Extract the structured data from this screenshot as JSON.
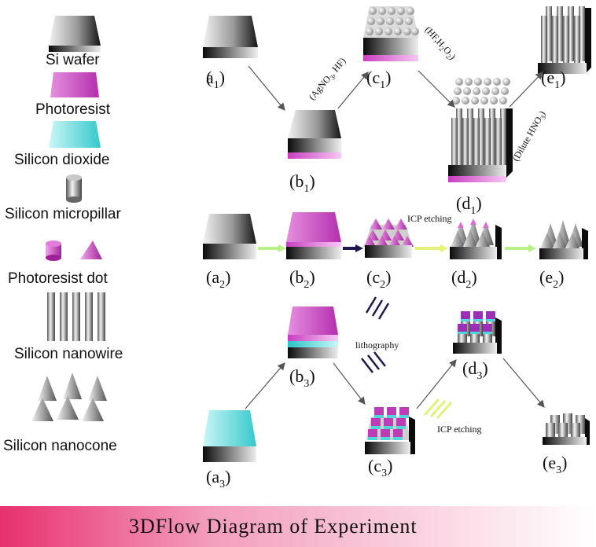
{
  "legend": {
    "si_wafer": "Si wafer",
    "photoresist": "Photoresist",
    "silicon_dioxide": "Silicon dioxide",
    "silicon_micropillar": "Silicon micropillar",
    "photoresist_dot": "Photoresist dot",
    "silicon_nanowire": "Silicon nanowire",
    "silicon_nanocone": "Silicon nanocone"
  },
  "row1": {
    "a": "a",
    "a_sub": "1",
    "b": "b",
    "b_sub": "1",
    "c": "c",
    "c_sub": "1",
    "d": "d",
    "d_sub": "1",
    "e": "e",
    "e_sub": "1",
    "step_ab": "(AgNO",
    "step_ab_sub": "3",
    "step_ab_end": ", HF)",
    "step_cd": "(HF,H",
    "step_cd_sub": "2",
    "step_cd_mid": "O",
    "step_cd_sub2": "2",
    "step_cd_end": ")",
    "step_de": "(Dilute HNO",
    "step_de_sub": "3",
    "step_de_end": ")"
  },
  "row2": {
    "a": "a",
    "a_sub": "2",
    "b": "b",
    "b_sub": "2",
    "c": "c",
    "c_sub": "2",
    "d": "d",
    "d_sub": "2",
    "e": "e",
    "e_sub": "2",
    "step_cd": "ICP etching"
  },
  "row3": {
    "a": "a",
    "a_sub": "3",
    "b": "b",
    "b_sub": "3",
    "c": "c",
    "c_sub": "3",
    "d": "d",
    "d_sub": "3",
    "e": "e",
    "e_sub": "3",
    "step_bc": "lithography",
    "step_cd": "ICP etching"
  },
  "banner": {
    "title": "3DFlow Diagram of Experiment"
  },
  "colors": {
    "photoresist": "#d14fc6",
    "silica": "#4fd6d8",
    "banner_left": "#e8306f",
    "banner_right": "#ffffff",
    "arrow_green": "#b9f08a",
    "arrow_navy": "#1c1a4d",
    "arrow_yellow": "#e4f27a"
  }
}
